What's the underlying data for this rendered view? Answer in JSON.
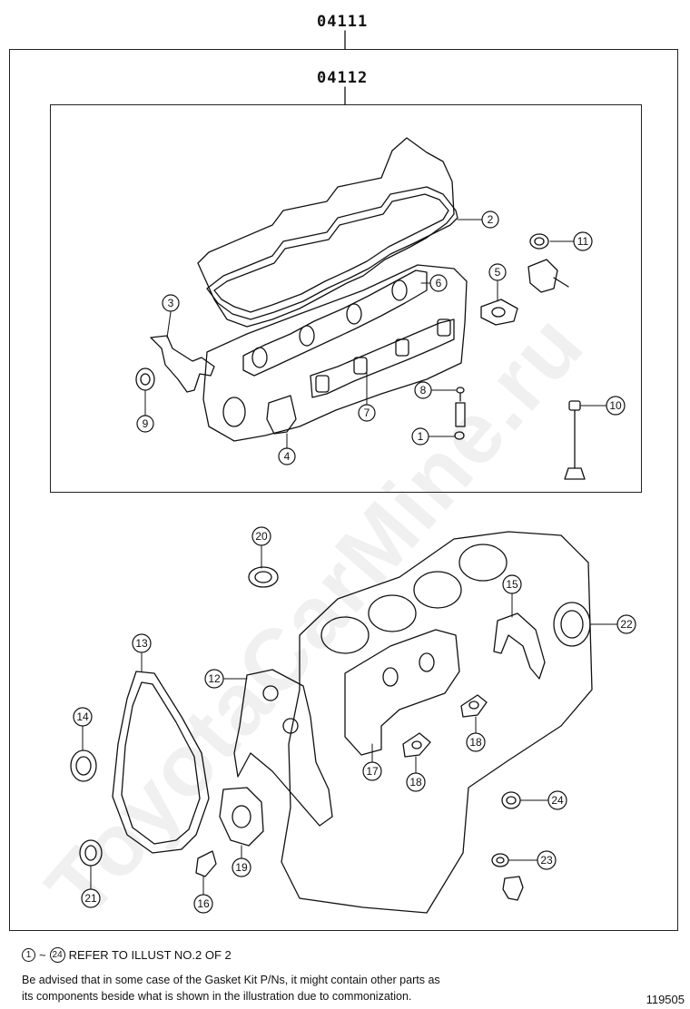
{
  "outer_code": "04111",
  "inner_code": "04112",
  "callouts": {
    "c1": "1",
    "c2": "2",
    "c3": "3",
    "c4": "4",
    "c5": "5",
    "c6": "6",
    "c7": "7",
    "c8": "8",
    "c9": "9",
    "c10": "10",
    "c11": "11",
    "c12": "12",
    "c13": "13",
    "c14": "14",
    "c15": "15",
    "c16": "16",
    "c17": "17",
    "c18a": "18",
    "c18b": "18",
    "c19": "19",
    "c20": "20",
    "c21": "21",
    "c22": "22",
    "c23": "23",
    "c24": "24"
  },
  "footer": {
    "ref_from": "1",
    "ref_tilde": "~",
    "ref_to": "24",
    "ref_text": "REFER TO ILLUST NO.2 OF 2",
    "advice_line1": "Be advised that in some case of the Gasket Kit P/Ns,  it might contain other parts as",
    "advice_line2": "its components beside what is shown in the illustration due to commonization.",
    "figure_number": "119505"
  },
  "watermark": "ToyotaCarMine.ru"
}
